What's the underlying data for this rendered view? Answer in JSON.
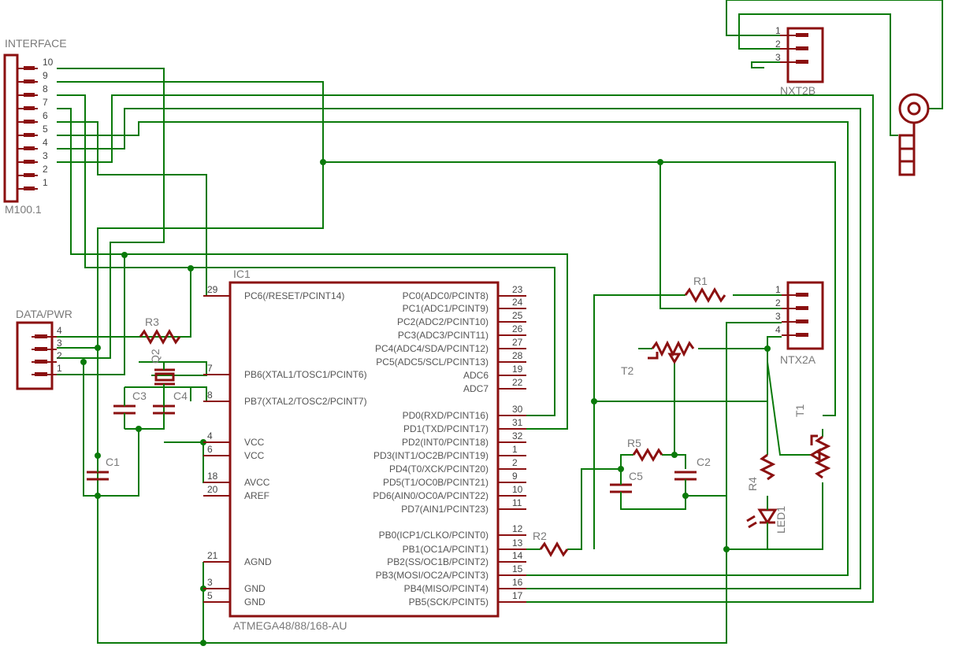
{
  "interface": {
    "name": "INTERFACE",
    "value": "M100.1",
    "pins": [
      "10",
      "9",
      "8",
      "7",
      "6",
      "5",
      "4",
      "3",
      "2",
      "1"
    ]
  },
  "datapwr": {
    "name": "DATA/PWR",
    "pins": [
      "4",
      "3",
      "2",
      "1"
    ]
  },
  "nxt2b": {
    "name": "NXT2B",
    "pins": [
      "1",
      "2",
      "3"
    ]
  },
  "ntx2a": {
    "name": "NTX2A",
    "pins": [
      "1",
      "2",
      "3",
      "4"
    ]
  },
  "ic": {
    "name": "IC1",
    "value": "ATMEGA48/88/168-AU",
    "left": [
      {
        "num": "29",
        "sig": "PC6(/RESET/PCINT14)"
      },
      {
        "num": "7",
        "sig": "PB6(XTAL1/TOSC1/PCINT6)"
      },
      {
        "num": "8",
        "sig": "PB7(XTAL2/TOSC2/PCINT7)"
      },
      {
        "num": "4",
        "sig": "VCC"
      },
      {
        "num": "6",
        "sig": "VCC"
      },
      {
        "num": "18",
        "sig": "AVCC"
      },
      {
        "num": "20",
        "sig": "AREF"
      },
      {
        "num": "21",
        "sig": "AGND"
      },
      {
        "num": "3",
        "sig": "GND"
      },
      {
        "num": "5",
        "sig": "GND"
      }
    ],
    "right": [
      {
        "num": "23",
        "sig": "PC0(ADC0/PCINT8)"
      },
      {
        "num": "24",
        "sig": "PC1(ADC1/PCINT9)"
      },
      {
        "num": "25",
        "sig": "PC2(ADC2/PCINT10)"
      },
      {
        "num": "26",
        "sig": "PC3(ADC3/PCINT11)"
      },
      {
        "num": "27",
        "sig": "PC4(ADC4/SDA/PCINT12)"
      },
      {
        "num": "28",
        "sig": "PC5(ADC5/SCL/PCINT13)"
      },
      {
        "num": "19",
        "sig": "ADC6"
      },
      {
        "num": "22",
        "sig": "ADC7"
      },
      {
        "num": "30",
        "sig": "PD0(RXD/PCINT16)"
      },
      {
        "num": "31",
        "sig": "PD1(TXD/PCINT17)"
      },
      {
        "num": "32",
        "sig": "PD2(INT0/PCINT18)"
      },
      {
        "num": "1",
        "sig": "PD3(INT1/OC2B/PCINT19)"
      },
      {
        "num": "2",
        "sig": "PD4(T0/XCK/PCINT20)"
      },
      {
        "num": "9",
        "sig": "PD5(T1/OC0B/PCINT21)"
      },
      {
        "num": "10",
        "sig": "PD6(AIN0/OC0A/PCINT22)"
      },
      {
        "num": "11",
        "sig": "PD7(AIN1/PCINT23)"
      },
      {
        "num": "12",
        "sig": "PB0(ICP1/CLKO/PCINT0)"
      },
      {
        "num": "13",
        "sig": "PB1(OC1A/PCINT1)"
      },
      {
        "num": "14",
        "sig": "PB2(SS/OC1B/PCINT2)"
      },
      {
        "num": "15",
        "sig": "PB3(MOSI/OC2A/PCINT3)"
      },
      {
        "num": "16",
        "sig": "PB4(MISO/PCINT4)"
      },
      {
        "num": "17",
        "sig": "PB5(SCK/PCINT5)"
      }
    ]
  },
  "parts": {
    "r1": "R1",
    "r2": "R2",
    "r3": "R3",
    "r4": "R4",
    "r5": "R5",
    "c1": "C1",
    "c2": "C2",
    "c3": "C3",
    "c4": "C4",
    "c5": "C5",
    "q2": "Q2",
    "t1": "T1",
    "t2": "T2",
    "led1": "LED1"
  }
}
